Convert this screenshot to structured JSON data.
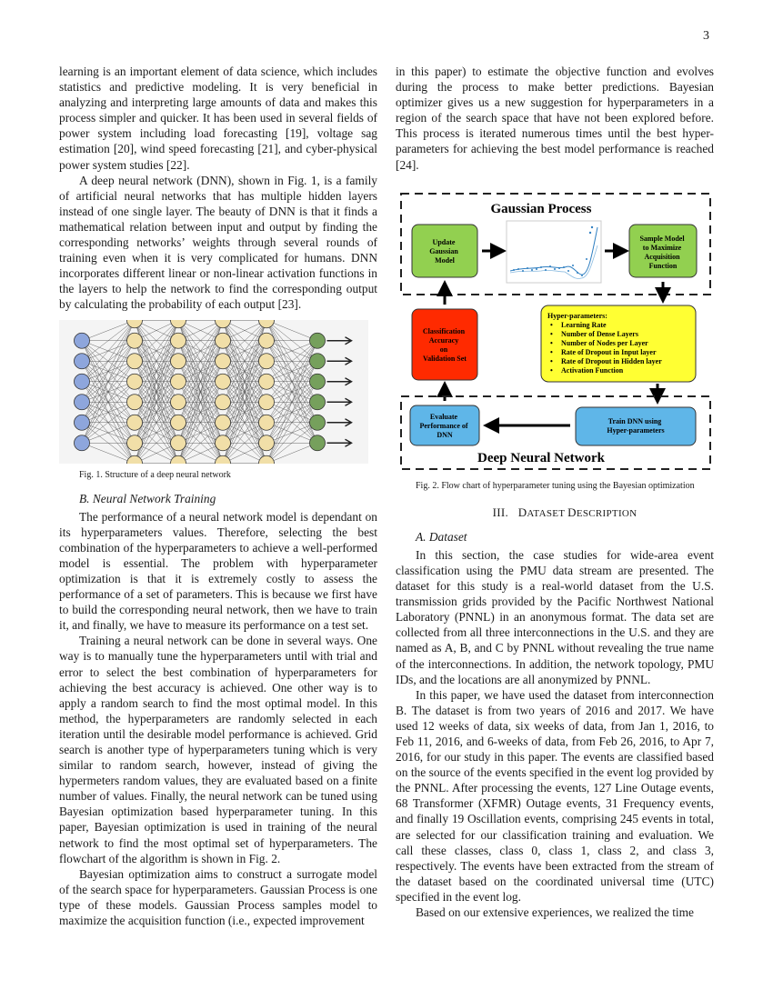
{
  "page_number": "3",
  "left_column": {
    "p1": "learning is an important element of data science, which includes statistics and predictive modeling. It is very beneficial in analyzing and interpreting large amounts of data and makes this process simpler and quicker. It has been used in several fields of power system including load forecasting [19], voltage sag estimation [20], wind speed forecasting [21],  and cyber-physical power system studies [22].",
    "p2": "A deep neural network (DNN), shown in Fig. 1, is a family of artificial neural networks that has multiple hidden layers instead of one single layer. The beauty of DNN is that it finds a mathematical relation between input and output by finding the corresponding networks’ weights through several rounds of training even when it is very complicated for humans. DNN incorporates different linear or non-linear activation functions in the layers to help the network to find the corresponding output by calculating the probability of each output [23].",
    "fig1_caption": "Fig. 1. Structure of a deep neural network",
    "subsection_b": "B.   Neural Network Training",
    "p3": "The performance of a neural network model is dependant on its hyperparameters values. Therefore, selecting the best combination of the hyperparameters to achieve a well-performed model is essential. The problem with hyperparameter optimization is that it is extremely costly to assess the performance of a set of parameters. This is because we first have to build the corresponding neural network, then we have to train it, and finally, we have to measure its performance on a test set.",
    "p4": "Training a neural network can be done in several ways. One way is to manually tune the hyperparameters until with trial and error to select the best combination of hyperparameters for achieving the best accuracy is achieved. One other way is to apply a random search to find the most optimal model. In this method, the hyperparameters are randomly selected in each iteration until the desirable model performance is achieved. Grid search is another type of hyperparameters tuning which is very similar to random search, however, instead of giving the hypermeters random values, they are evaluated based on a finite number of values. Finally, the neural network can be tuned using Bayesian optimization based hyperparameter tuning. In this paper, Bayesian optimization is used in training of the neural network to find the most optimal set of hyperparameters. The flowchart of the algorithm is shown in Fig. 2.",
    "p5": "Bayesian optimization aims to construct a surrogate model of the search space for hyperparameters. Gaussian Process is one type of these models. Gaussian Process samples model to maximize the acquisition function (i.e., expected improvement"
  },
  "right_column": {
    "p1": "in this paper) to estimate the objective function and evolves during the process to make better predictions. Bayesian optimizer gives us a new suggestion for hyperparameters in a region of the search space that have not been explored before. This process is iterated numerous times until the best hyper-parameters for achieving the best model performance is reached [24].",
    "fig2_caption": "Fig. 2. Flow chart of hyperparameter tuning using the Bayesian optimization",
    "section_heading_num": "III.",
    "section_heading_D": "D",
    "section_heading_rest1": "ATASET ",
    "section_heading_D2": "D",
    "section_heading_rest2": "ESCRIPTION",
    "subsection_a": "A.   Dataset",
    "p2": "In this section, the case studies for wide-area event classification using the PMU data stream are presented. The dataset for this study is a real-world dataset from the U.S. transmission grids provided by the Pacific Northwest National Laboratory (PNNL) in an anonymous format. The data set are collected from all three interconnections in the U.S. and they are named as A, B, and C by PNNL without revealing the true name of the interconnections. In addition, the network topology, PMU IDs, and the locations are all anonymized by PNNL.",
    "p3": "In this paper, we have used the dataset from interconnection B. The dataset is from two years of 2016 and 2017. We have used 12 weeks of data, six weeks of data, from Jan 1, 2016, to Feb 11, 2016, and 6-weeks of data, from Feb 26, 2016, to Apr 7, 2016, for our study in this paper. The events are classified based on the source of the events specified in the event log provided by the PNNL. After processing the events, 127 Line Outage events, 68 Transformer (XFMR) Outage events, 31 Frequency events, and finally 19 Oscillation events, comprising 245 events in total, are selected for our classification training and evaluation. We call these classes, class 0, class 1, class 2, and class 3, respectively. The events have been extracted from the stream of the dataset based on the coordinated universal time (UTC) specified in the event log.",
    "p4": "Based on our extensive experiences, we realized the time"
  },
  "fig2": {
    "gp_title": "Gaussian Process",
    "dnn_title": "Deep Neural Network",
    "update_model": [
      "Update",
      "Gaussian",
      "Model"
    ],
    "sample_model": [
      "Sample Model",
      "to Maximize",
      "Acquisition",
      "Function"
    ],
    "classification": [
      "Classification",
      "Accuracy",
      "on",
      "Validation Set"
    ],
    "hyper_title": "Hyper-parameters:",
    "hyper_items": [
      "Learning Rate",
      "Number of Dense Layers",
      "Number of Nodes per Layer",
      "Rate of Dropout in Input layer",
      "Rate of Dropout in Hidden layer",
      "Activation Function"
    ],
    "evaluate": [
      "Evaluate",
      "Performance of",
      "DNN"
    ],
    "train": [
      "Train DNN using",
      "Hyper-parameters"
    ],
    "colors": {
      "green": "#92d050",
      "red": "#ff2a00",
      "yellow": "#ffff33",
      "blue": "#5fb6e8"
    }
  },
  "fig1": {
    "layers": [
      6,
      8,
      8,
      8,
      8,
      6
    ],
    "colors": {
      "input": "#8ea6dc",
      "hidden": "#f1dfa8",
      "output": "#76a05c"
    }
  }
}
